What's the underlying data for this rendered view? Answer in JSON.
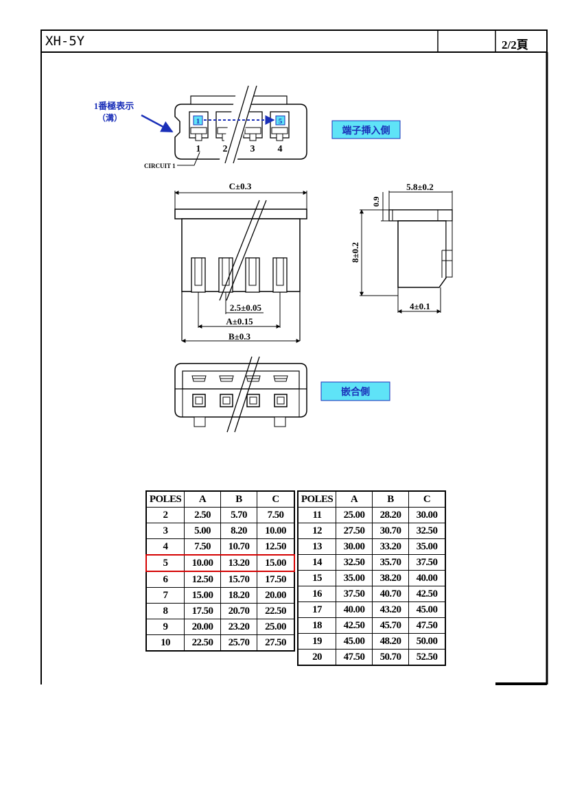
{
  "header": {
    "model": "XH-5Y",
    "page": "2/2頁"
  },
  "top_view": {
    "pin1_indicator_line1": "1番極表示",
    "pin1_indicator_line2": "（溝）",
    "first_pin_box": "1",
    "last_pin_box": "5",
    "pin_numbers": [
      "1",
      "2",
      "3",
      "4"
    ],
    "circuit_label": "CIRCUIT 1",
    "side_label": "端子挿入側"
  },
  "front_view": {
    "dim_c": "C±0.3",
    "dim_pitch": "2.5±0.05",
    "dim_a": "A±0.15",
    "dim_b": "B±0.3"
  },
  "side_view": {
    "dim_width": "5.8±0.2",
    "dim_step": "0.9",
    "dim_height": "8±0.2",
    "dim_bottom": "4±0.1"
  },
  "bottom_view": {
    "side_label": "嵌合側"
  },
  "colors": {
    "label_fill": "#5fe3f7",
    "label_text": "#1a2fb8",
    "indicator": "#1a2fb8",
    "highlight": "#d40000"
  },
  "tables": {
    "headers": [
      "POLES",
      "A",
      "B",
      "C"
    ],
    "highlight_poles": "5",
    "left_rows": [
      [
        "2",
        "2.50",
        "5.70",
        "7.50"
      ],
      [
        "3",
        "5.00",
        "8.20",
        "10.00"
      ],
      [
        "4",
        "7.50",
        "10.70",
        "12.50"
      ],
      [
        "5",
        "10.00",
        "13.20",
        "15.00"
      ],
      [
        "6",
        "12.50",
        "15.70",
        "17.50"
      ],
      [
        "7",
        "15.00",
        "18.20",
        "20.00"
      ],
      [
        "8",
        "17.50",
        "20.70",
        "22.50"
      ],
      [
        "9",
        "20.00",
        "23.20",
        "25.00"
      ],
      [
        "10",
        "22.50",
        "25.70",
        "27.50"
      ]
    ],
    "right_rows": [
      [
        "11",
        "25.00",
        "28.20",
        "30.00"
      ],
      [
        "12",
        "27.50",
        "30.70",
        "32.50"
      ],
      [
        "13",
        "30.00",
        "33.20",
        "35.00"
      ],
      [
        "14",
        "32.50",
        "35.70",
        "37.50"
      ],
      [
        "15",
        "35.00",
        "38.20",
        "40.00"
      ],
      [
        "16",
        "37.50",
        "40.70",
        "42.50"
      ],
      [
        "17",
        "40.00",
        "43.20",
        "45.00"
      ],
      [
        "18",
        "42.50",
        "45.70",
        "47.50"
      ],
      [
        "19",
        "45.00",
        "48.20",
        "50.00"
      ],
      [
        "20",
        "47.50",
        "50.70",
        "52.50"
      ]
    ]
  }
}
